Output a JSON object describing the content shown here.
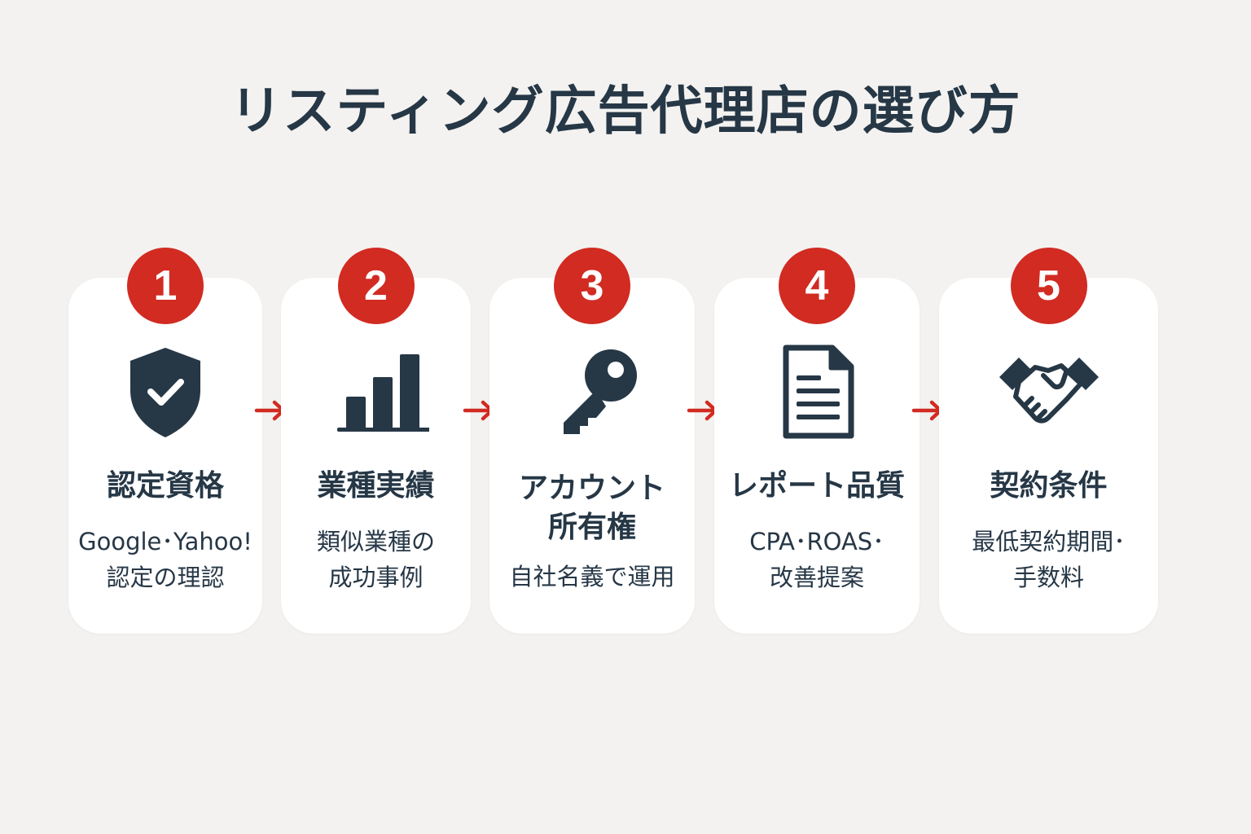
{
  "title": "リスティング広告代理店の選び方",
  "colors": {
    "background": "#f3f2f0",
    "card": "#ffffff",
    "accent": "#d12b22",
    "text": "#263746"
  },
  "steps": [
    {
      "number": "1",
      "icon": "shield-check-icon",
      "title": [
        "認定資格"
      ],
      "desc": [
        "Google･Yahoo!",
        "認定の理認"
      ]
    },
    {
      "number": "2",
      "icon": "bar-chart-icon",
      "title": [
        "業種実績"
      ],
      "desc": [
        "類似業種の",
        "成功事例"
      ]
    },
    {
      "number": "3",
      "icon": "key-icon",
      "title": [
        "アカウント",
        "所有権"
      ],
      "desc": [
        "自社名義で運用"
      ]
    },
    {
      "number": "4",
      "icon": "document-icon",
      "title": [
        "レポート品質"
      ],
      "desc": [
        "CPA･ROAS･",
        "改善提案"
      ]
    },
    {
      "number": "5",
      "icon": "handshake-icon",
      "title": [
        "契約条件"
      ],
      "desc": [
        "最低契約期間･",
        "手数料"
      ]
    }
  ]
}
